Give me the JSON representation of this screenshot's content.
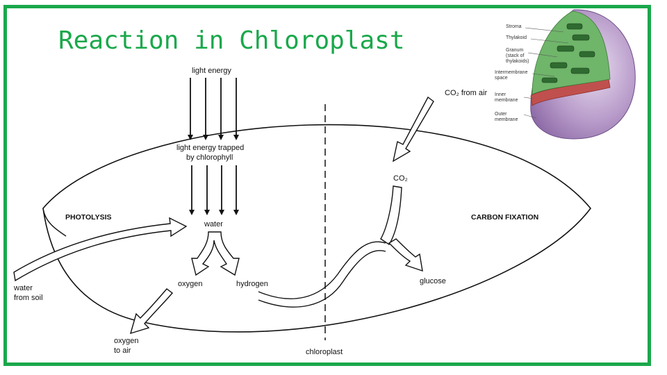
{
  "slide": {
    "title": "Reaction in Chloroplast"
  },
  "diagram": {
    "labels": {
      "light_energy": "light energy",
      "trapped_line1": "light energy trapped",
      "trapped_line2": "by chlorophyll",
      "photolysis": "PHOTOLYSIS",
      "water": "water",
      "oxygen": "oxygen",
      "hydrogen": "hydrogen",
      "water_from_soil_line1": "water",
      "water_from_soil_line2": "from soil",
      "oxygen_to_air_line1": "oxygen",
      "oxygen_to_air_line2": "to air",
      "chloroplast": "chloroplast",
      "co2_from_air": "CO₂ from air",
      "co2": "CO₂",
      "carbon_fixation": "CARBON FIXATION",
      "glucose": "glucose"
    }
  },
  "inset": {
    "labels": {
      "stroma": "Stroma",
      "thylakoid": "Thylakoid",
      "granum_line1": "Granum",
      "granum_line2": "(stack of",
      "granum_line3": "thylakoids)",
      "intermembrane_line1": "Intermembrane",
      "intermembrane_line2": "space",
      "inner_line1": "Inner",
      "inner_line2": "membrane",
      "outer_line1": "Outer",
      "outer_line2": "membrane"
    }
  },
  "colors": {
    "frame": "#1aa84b",
    "title": "#1aa84b"
  }
}
